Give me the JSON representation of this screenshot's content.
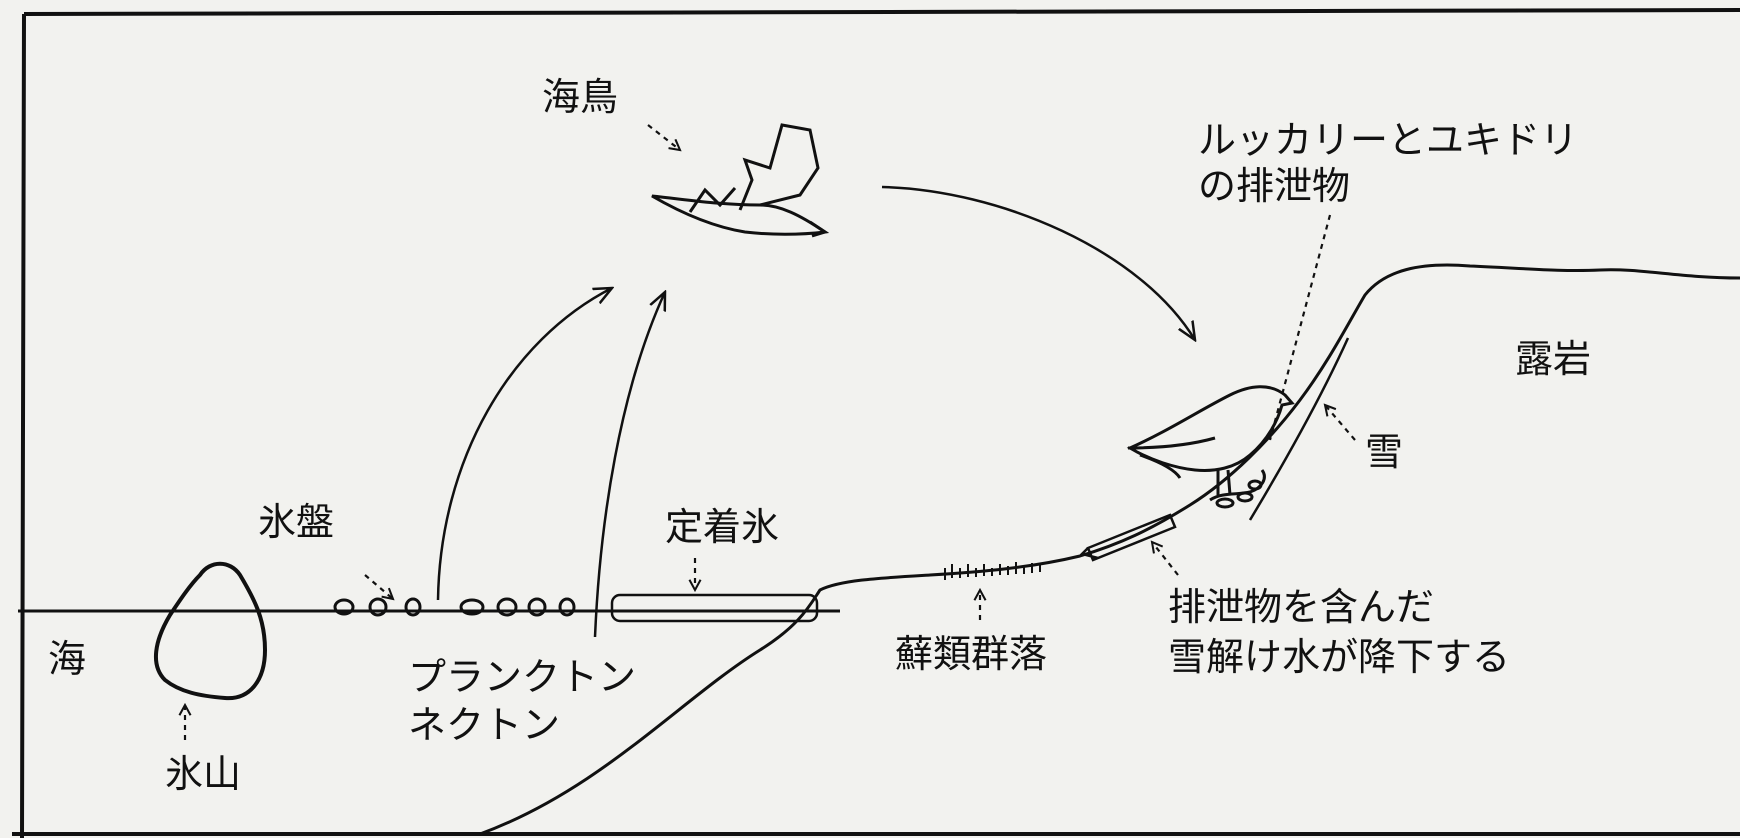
{
  "labels": {
    "seabird": "海鳥",
    "rookery_line1": "ルッカリーとユキドリ",
    "rookery_line2": "の排泄物",
    "exposed_rock": "露岩",
    "snow": "雪",
    "ice_floe": "氷盤",
    "fast_ice": "定着氷",
    "sea": "海",
    "iceberg": "氷山",
    "plankton_line1": "プランクトン",
    "plankton_line2": "ネクトン",
    "moss": "蘚類群落",
    "meltwater_line1": "排泄物を含んだ",
    "meltwater_line2": "雪解け水が降下する"
  },
  "colors": {
    "ink": "#111111",
    "paper": "#f2f2ef"
  }
}
